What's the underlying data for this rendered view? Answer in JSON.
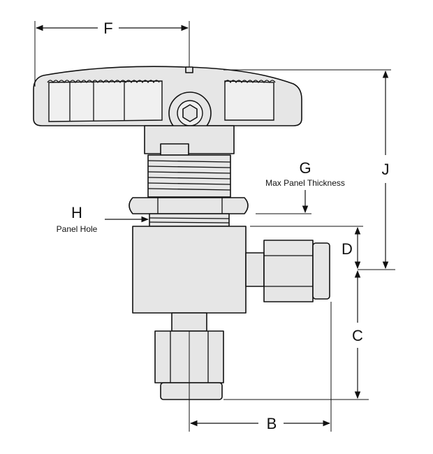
{
  "diagram": {
    "dimensions": {
      "F": "F",
      "G": "G",
      "H": "H",
      "J": "J",
      "D": "D",
      "C": "C",
      "B": "B"
    },
    "notes": {
      "max_panel_thickness": "Max Panel Thickness",
      "panel_hole": "Panel Hole"
    },
    "component": "angle-pattern-valve-with-handle"
  }
}
